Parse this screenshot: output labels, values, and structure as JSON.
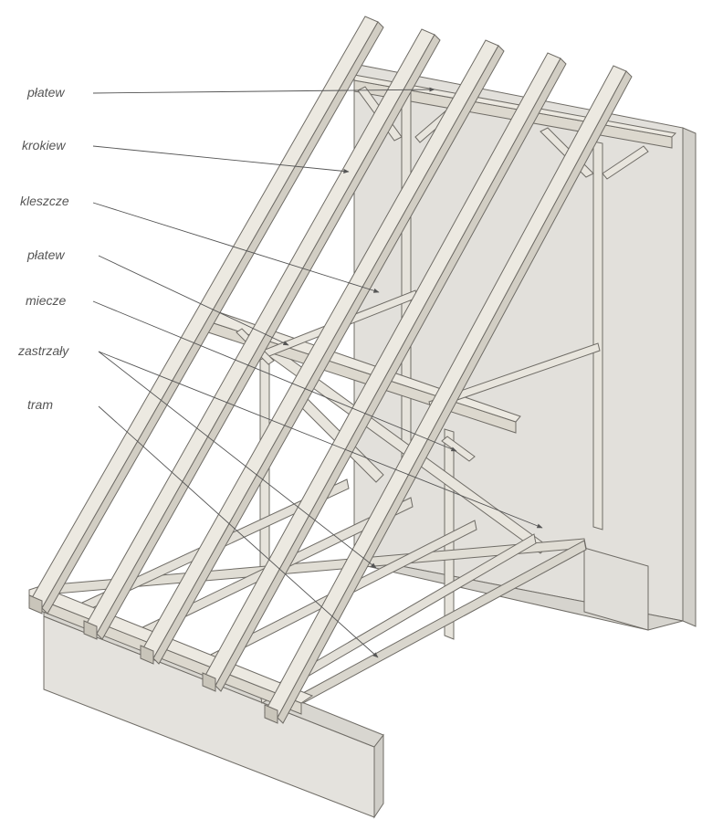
{
  "labels": {
    "platew_top": "płatew",
    "krokiew": "krokiew",
    "kleszcze": "kleszcze",
    "platew_mid": "płatew",
    "miecze": "miecze",
    "zastrzaly": "zastrzały",
    "tram": "tram"
  },
  "colors": {
    "timber_light": "#ece9e1",
    "timber_mid": "#dcd8ce",
    "timber_dark": "#c9c5ba",
    "wall_face": "#e2e0db",
    "wall_side": "#d2d0ca",
    "edge": "#6f6c66",
    "leader": "#555555"
  }
}
